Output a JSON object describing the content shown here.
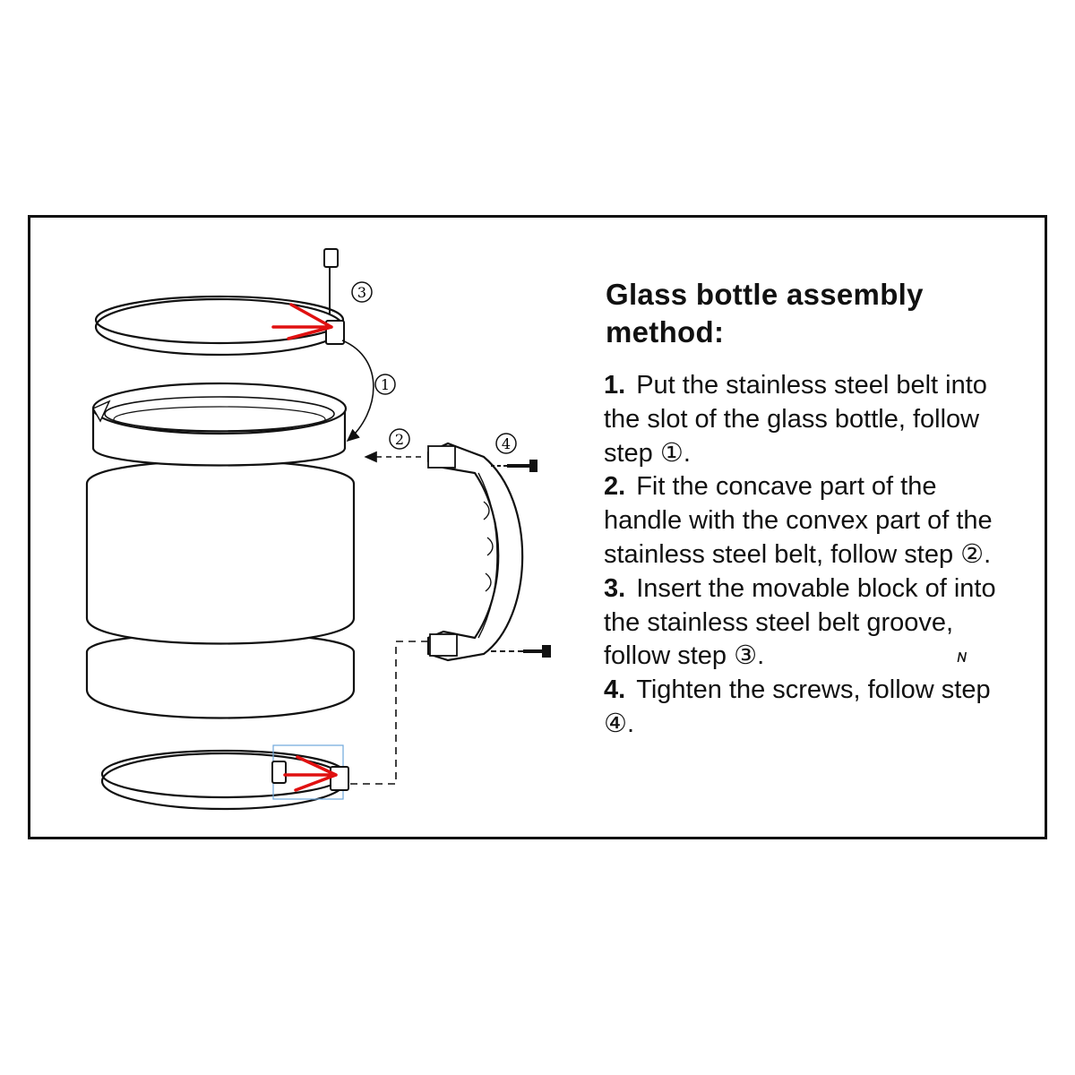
{
  "title": "Glass bottle assembly method:",
  "steps": [
    {
      "num": "1.",
      "text": "Put the stainless steel belt into the slot of the glass bottle, follow step ①."
    },
    {
      "num": "2.",
      "text": "Fit the concave part of the handle with the convex part of the stainless steel belt, follow step ②."
    },
    {
      "num": "3.",
      "text": "Insert the movable block of into the stainless steel belt groove, follow step ③."
    },
    {
      "num": "4.",
      "text": "Tighten the screws, follow step ④."
    }
  ],
  "stray_mark": "ɴ",
  "callouts": {
    "c1": "1",
    "c2": "2",
    "c3": "3",
    "c4": "4"
  },
  "colors": {
    "line": "#111111",
    "arrow": "#e01010",
    "frame": "#111111"
  },
  "icons": [
    "bottle-illustration",
    "belt-ring-icon",
    "handle-icon",
    "screw-icon",
    "movable-block-icon"
  ]
}
